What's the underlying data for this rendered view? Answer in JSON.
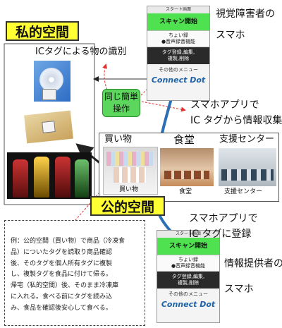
{
  "private_space": {
    "title": "私的空間",
    "ic_label": "ICタグによる物の識別"
  },
  "public_space": {
    "title": "公的空間"
  },
  "green_box": {
    "line1": "同じ簡単",
    "line2": "操作"
  },
  "visually_impaired": {
    "line1": "視覚障害者の",
    "line2": "スマホ"
  },
  "provider": {
    "line1": "情報提供者の",
    "line2": "スマホ"
  },
  "app_collect": {
    "line1": "スマホアプリで",
    "line2": "IC タグから情報収集"
  },
  "app_register": {
    "line1": "スマホアプリで",
    "line2": "IC タグに登録"
  },
  "shop": {
    "heading": "買い物",
    "caption": "買い物"
  },
  "cafeteria": {
    "heading": "食堂",
    "caption": "食堂"
  },
  "support": {
    "heading": "支援センター",
    "caption": "支援センター"
  },
  "phone_top": {
    "header": "スタート画面",
    "scan": "スキャン開始",
    "mid1": "ちょい録",
    "mid2": "●音声録音機能",
    "dark1": "タグ登録,編集,",
    "dark2": "複製,削除",
    "menu": "その他のメニュー",
    "logo": "Connect Dot"
  },
  "phone_bottom": {
    "header": "スタート画面",
    "scan": "スキャン開始",
    "mid1": "ちょい録",
    "mid2": "●音声録音機能",
    "dark1": "タグ登録,編集,",
    "dark2": "複製,削除",
    "menu": "その他のメニュー",
    "logo": "Connect Dot"
  },
  "example": {
    "lines": [
      "例：公的空間（買い物）で商品（冷凍食",
      "品）についたタグを読取り商品確認",
      "後、そのタグを個人所有タグに複製",
      "し、複製タグを食品に付けて帰る。",
      "帰宅（私的空間）後、そのまま冷凍庫",
      "に入れる。食べる前にタグを読み込",
      "み、食品を確認後安心して食べる。"
    ]
  },
  "colors": {
    "title_bg": "#ffff33",
    "green": "#5cd65c",
    "scan_green": "#4fe14f",
    "blue_arrow": "#2d6fb5",
    "red_dashed": "#e03030"
  }
}
